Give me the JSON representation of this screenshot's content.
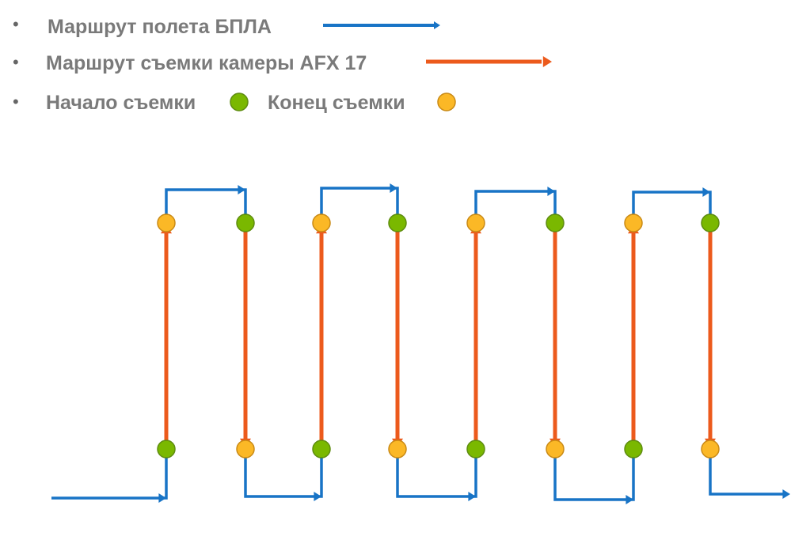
{
  "legend": {
    "flight_route": "Маршрут полета БПЛА",
    "camera_route": "Маршрут съемки камеры AFX 17",
    "start_label": "Начало съемки",
    "end_label": "Конец съемки",
    "bullet": "•"
  },
  "colors": {
    "flight": "#1874c6",
    "camera": "#ec5a1c",
    "start": "#7ab800",
    "start_stroke": "#5e8c10",
    "end": "#fbb826",
    "end_stroke": "#c98a16",
    "text": "#7a7a7a"
  },
  "diagram": {
    "passes": 8
  }
}
